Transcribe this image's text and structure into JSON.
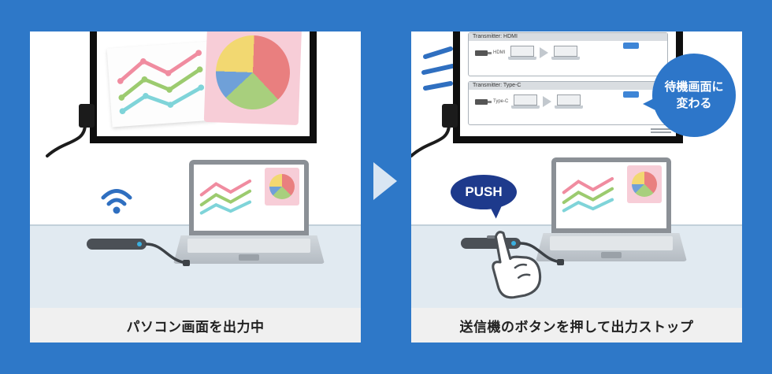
{
  "colors": {
    "background": "#2e78c8",
    "accent_blue": "#2d76c9",
    "push_navy": "#1e3a8c"
  },
  "left_panel": {
    "caption": "パソコン画面を出力中"
  },
  "right_panel": {
    "caption": "送信機のボタンを押して出力ストップ",
    "push_label": "PUSH",
    "bubble": {
      "line1": "待機画面に",
      "line2": "変わる"
    },
    "tv": {
      "row1_title": "Transmitter: HDMI",
      "row1_port": "HDMI",
      "row2_title": "Transmitter: Type-C",
      "row2_port": "Type-C"
    }
  }
}
